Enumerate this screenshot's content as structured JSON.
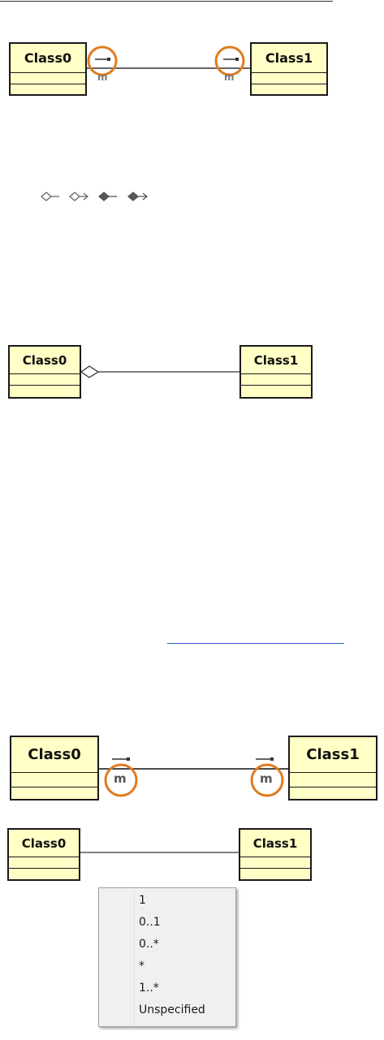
{
  "colors": {
    "class_fill": "#ffffc6",
    "highlight_circle": "#e07b1e",
    "line": "#333333"
  },
  "diagram1": {
    "class0": "Class0",
    "class1": "Class1",
    "end_left_mult": "m",
    "end_right_mult": "m"
  },
  "legend": {
    "icons": [
      "aggregation-icon",
      "navigable-aggregation-icon",
      "composition-icon",
      "navigable-composition-icon"
    ]
  },
  "diagram2": {
    "class0": "Class0",
    "class1": "Class1"
  },
  "diagram3": {
    "class0": "Class0",
    "class1": "Class1",
    "end_left_mult": "m",
    "end_right_mult": "m"
  },
  "diagram4": {
    "class0": "Class0",
    "class1": "Class1",
    "menu": [
      "1",
      "0..1",
      "0..*",
      "*",
      "1..*",
      "Unspecified"
    ]
  }
}
